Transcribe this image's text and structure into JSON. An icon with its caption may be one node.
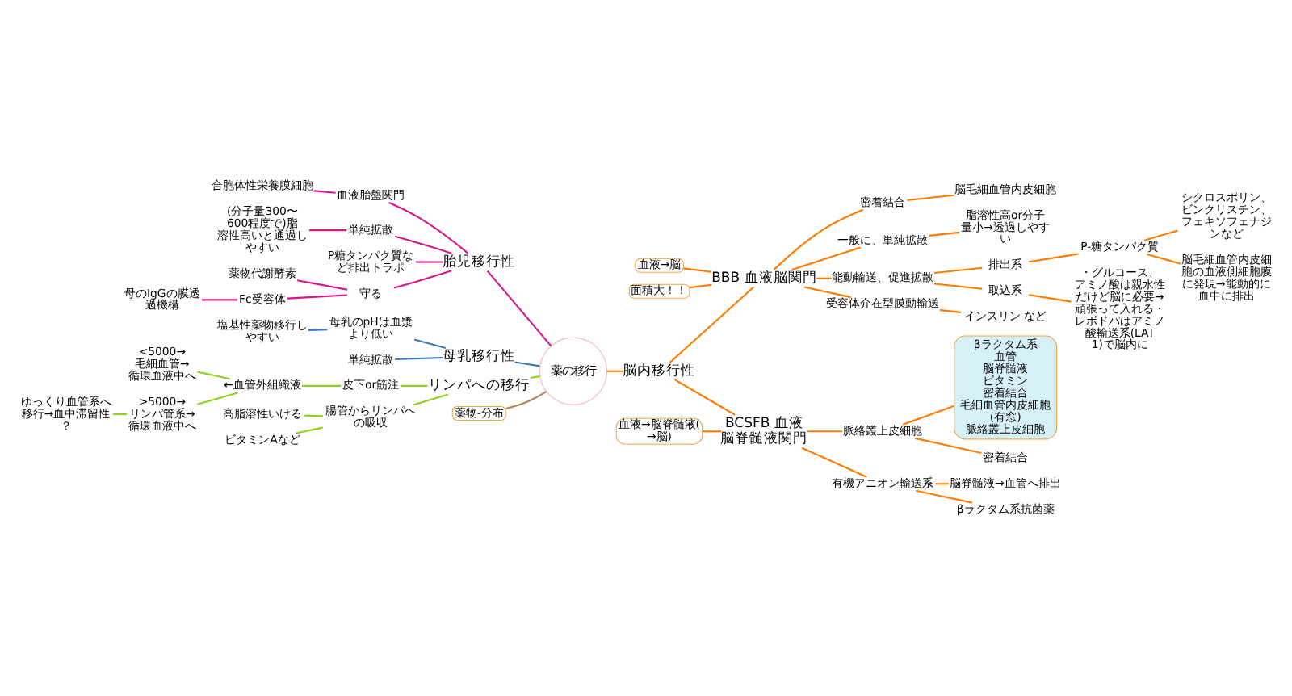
{
  "diagram": {
    "nodes": [
      {
        "text": [
          "薬の移行"
        ]
      },
      {
        "text": [
          "胎児移行性"
        ]
      },
      {
        "text": [
          "血液胎盤関門"
        ]
      },
      {
        "text": [
          "合胞体性栄養膜細胞"
        ]
      },
      {
        "text": [
          "単純拡散"
        ]
      },
      {
        "text": [
          "(分子量300〜600程度で)脂溶性高いと通過しやすい"
        ]
      },
      {
        "text": [
          "P糖タンパク質など排出トラポ"
        ]
      },
      {
        "text": [
          "守る"
        ]
      },
      {
        "text": [
          "薬物代謝酵素"
        ]
      },
      {
        "text": [
          "Fc受容体"
        ]
      },
      {
        "text": [
          "母のIgGの膜透過機構"
        ]
      },
      {
        "text": [
          "母乳移行性"
        ]
      },
      {
        "text": [
          "母乳のpHは血漿より低い"
        ]
      },
      {
        "text": [
          "塩基性薬物移行しやすい"
        ]
      },
      {
        "text": [
          "単純拡散"
        ]
      },
      {
        "text": [
          "リンパへの移行"
        ]
      },
      {
        "text": [
          "皮下or筋注"
        ]
      },
      {
        "text": [
          "←血管外組織液"
        ]
      },
      {
        "text": [
          "<5000→毛細血管→循環血液中へ"
        ]
      },
      {
        "text": [
          ">5000→リンパ管系→循環血液中へ"
        ]
      },
      {
        "text": [
          "ゆっくり血管系へ移行→血中滞留性？"
        ]
      },
      {
        "text": [
          "腸管からリンパへの吸収"
        ]
      },
      {
        "text": [
          "高脂溶性いける"
        ]
      },
      {
        "text": [
          "ビタミンAなど"
        ]
      },
      {
        "text": [
          "脳内移行性"
        ]
      },
      {
        "text": [
          "BBB 血液脳関門"
        ]
      },
      {
        "text": [
          "血液→脳"
        ]
      },
      {
        "text": [
          "面積大！！"
        ]
      },
      {
        "text": [
          "密着結合"
        ]
      },
      {
        "text": [
          "脳毛細血管内皮細胞"
        ]
      },
      {
        "text": [
          "一般に、単純拡散"
        ]
      },
      {
        "text": [
          "脂溶性高or分子量小→透過しやすい"
        ]
      },
      {
        "text": [
          "能動輸送、促進拡散"
        ]
      },
      {
        "text": [
          "排出系"
        ]
      },
      {
        "text": [
          "P-糖タンパク質"
        ]
      },
      {
        "text": [
          "シクロスポリン、ビンクリスチン、フェキソフェナジンなど"
        ]
      },
      {
        "text": [
          "脳毛細血管内皮細胞の血液側細胞膜に発現→能動的に血中に排出"
        ]
      },
      {
        "text": [
          "取込系"
        ]
      },
      {
        "text": [
          "・グルコース、アミノ酸は親水性だけど脳に必要→頑張って入れる・レボドパはアミノ酸輸送系(LAT1)で脳内に"
        ]
      },
      {
        "text": [
          "受容体介在型膜動輸送"
        ]
      },
      {
        "text": [
          "インスリン など"
        ]
      },
      {
        "text": [
          "BCSFB 血液脳脊髄液関門"
        ]
      },
      {
        "text": [
          "血液→脳脊髄液(→脳)"
        ]
      },
      {
        "text": [
          "脈絡叢上皮細胞"
        ]
      },
      {
        "text": [
          "βラクタム系",
          "血管",
          "脳脊髄液",
          "ビタミン",
          "密着結合",
          "毛細血管内皮細胞(有窓)",
          "脈絡叢上皮細胞"
        ]
      },
      {
        "text": [
          "密着結合"
        ]
      },
      {
        "text": [
          "有機アニオン輸送系"
        ]
      },
      {
        "text": [
          "脳脊髄液→血管へ排出"
        ]
      },
      {
        "text": [
          "βラクタム系抗菌薬"
        ]
      },
      {
        "text": [
          "薬物-分布"
        ]
      }
    ],
    "edges": [
      {
        "from": 0,
        "to": 1,
        "arrow": "none",
        "color": "#d6168c"
      },
      {
        "from": 1,
        "to": 2,
        "arrow": "none",
        "color": "#d6168c"
      },
      {
        "from": 2,
        "to": 3,
        "arrow": "none",
        "color": "#d6168c"
      },
      {
        "from": 1,
        "to": 4,
        "arrow": "none",
        "color": "#d6168c"
      },
      {
        "from": 4,
        "to": 5,
        "arrow": "none",
        "color": "#d6168c"
      },
      {
        "from": 1,
        "to": 6,
        "arrow": "none",
        "color": "#d6168c"
      },
      {
        "from": 1,
        "to": 7,
        "arrow": "none",
        "color": "#d6168c"
      },
      {
        "from": 7,
        "to": 8,
        "arrow": "none",
        "color": "#d6168c"
      },
      {
        "from": 7,
        "to": 9,
        "arrow": "none",
        "color": "#d6168c"
      },
      {
        "from": 9,
        "to": 10,
        "arrow": "none",
        "color": "#d6168c"
      },
      {
        "from": 0,
        "to": 11,
        "arrow": "none",
        "color": "#3a78c0"
      },
      {
        "from": 11,
        "to": 12,
        "arrow": "none",
        "color": "#3a78c0"
      },
      {
        "from": 12,
        "to": 13,
        "arrow": "none",
        "color": "#3a78c0"
      },
      {
        "from": 11,
        "to": 14,
        "arrow": "none",
        "color": "#3a78c0"
      },
      {
        "from": 0,
        "to": 15,
        "arrow": "none",
        "color": "#8fd11a"
      },
      {
        "from": 15,
        "to": 16,
        "arrow": "none",
        "color": "#8fd11a"
      },
      {
        "from": 16,
        "to": 17,
        "arrow": "none",
        "color": "#8fd11a"
      },
      {
        "from": 17,
        "to": 18,
        "arrow": "none",
        "color": "#8fd11a"
      },
      {
        "from": 17,
        "to": 19,
        "arrow": "none",
        "color": "#8fd11a"
      },
      {
        "from": 19,
        "to": 20,
        "arrow": "none",
        "color": "#8fd11a"
      },
      {
        "from": 15,
        "to": 21,
        "arrow": "none",
        "color": "#8fd11a"
      },
      {
        "from": 21,
        "to": 22,
        "arrow": "none",
        "color": "#8fd11a"
      },
      {
        "from": 21,
        "to": 23,
        "arrow": "none",
        "color": "#8fd11a"
      },
      {
        "from": 0,
        "to": 24,
        "arrow": "none"
      },
      {
        "from": 24,
        "to": 25,
        "arrow": "none"
      },
      {
        "from": 26,
        "to": 25,
        "arrow": "none"
      },
      {
        "from": 27,
        "to": 25,
        "arrow": "none"
      },
      {
        "from": 25,
        "to": 28,
        "arrow": "none"
      },
      {
        "from": 28,
        "to": 29,
        "arrow": "none"
      },
      {
        "from": 25,
        "to": 30,
        "arrow": "none"
      },
      {
        "from": 30,
        "to": 31,
        "arrow": "none"
      },
      {
        "from": 25,
        "to": 32,
        "arrow": "none"
      },
      {
        "from": 32,
        "to": 33,
        "arrow": "none"
      },
      {
        "from": 33,
        "to": 34,
        "arrow": "none"
      },
      {
        "from": 34,
        "to": 35,
        "arrow": "none"
      },
      {
        "from": 34,
        "to": 36,
        "arrow": "none"
      },
      {
        "from": 32,
        "to": 37,
        "arrow": "none"
      },
      {
        "from": 37,
        "to": 38,
        "arrow": "none"
      },
      {
        "from": 25,
        "to": 39,
        "arrow": "none"
      },
      {
        "from": 39,
        "to": 40,
        "arrow": "none"
      },
      {
        "from": 24,
        "to": 41,
        "arrow": "none"
      },
      {
        "from": 42,
        "to": 41,
        "arrow": "none"
      },
      {
        "from": 41,
        "to": 43,
        "arrow": "none"
      },
      {
        "from": 43,
        "to": 44,
        "arrow": "none"
      },
      {
        "from": 43,
        "to": 45,
        "arrow": "none"
      },
      {
        "from": 41,
        "to": 46,
        "arrow": "none"
      },
      {
        "from": 46,
        "to": 47,
        "arrow": "none"
      },
      {
        "from": 46,
        "to": 48,
        "arrow": "none"
      },
      {
        "from": 49,
        "to": 0,
        "arrow": "none",
        "color": "#b5835a"
      }
    ]
  }
}
